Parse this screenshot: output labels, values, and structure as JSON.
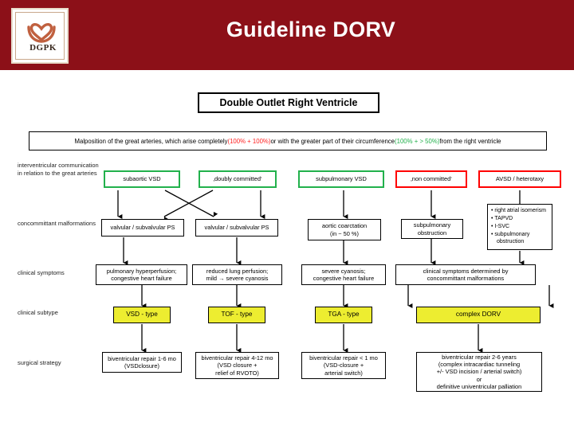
{
  "header": {
    "title": "Guideline DORV",
    "logo_text": "DGPK",
    "logo_icon": "heart-in-cup-icon",
    "bar_color": "#8C1018"
  },
  "diagram": {
    "title_box": "Double Outlet Right Ventricle",
    "definition": {
      "part1": "Malposition of the great arteries, which arise completely ",
      "pct_red": "(100% + 100%)",
      "part2": " or with the greater part of their circumference ",
      "pct_green": "(100% + > 50%)",
      "part3": " from the right ventricle",
      "red_color": "#FF2222",
      "green_color": "#22B14C"
    },
    "row_labels": [
      "interventricular communication in relation to the great arteries",
      "concommittant malformations",
      "clinical symptoms",
      "clinical subtype",
      "surgical strategy"
    ],
    "row1": [
      {
        "label": "subaortic VSD",
        "border": "green"
      },
      {
        "label": "‚doubly committed‘",
        "border": "green"
      },
      {
        "label": "subpulmonary VSD",
        "border": "green"
      },
      {
        "label": "‚non committed‘",
        "border": "red"
      },
      {
        "label": "AVSD / heterotaxy",
        "border": "red"
      }
    ],
    "row2": [
      {
        "line1": "valvular / subvalvular PS"
      },
      {
        "line1": "valvular / subvalvular PS"
      },
      {
        "line1": "aortic coarctation",
        "line2": "(in ~ 50 %)"
      },
      {
        "line1": "subpulmonary",
        "line2": "obstruction"
      }
    ],
    "row2_bullets": [
      "right atrial isomerism",
      "TAPVD",
      "I-SVC",
      "subpulmonary obstruction"
    ],
    "row3": [
      {
        "line1": "pulmonary hyperperfusion;",
        "line2": "congestive heart failure"
      },
      {
        "line1": "reduced lung perfusion;",
        "line2": "mild → severe cyanosis"
      },
      {
        "line1": "severe cyanosis;",
        "line2": "congestive heart failure"
      },
      {
        "line1": "clinical symptoms determined by",
        "line2": "concommittant malformations"
      }
    ],
    "row4": [
      {
        "label": "VSD - type"
      },
      {
        "label": "TOF - type"
      },
      {
        "label": "TGA - type"
      },
      {
        "label": "complex DORV"
      }
    ],
    "row4_color": "#EDED30",
    "row5": [
      {
        "line1": "biventricular repair 1-6 mo",
        "line2": "(VSDclosure)"
      },
      {
        "line1": "biventricular repair 4-12 mo",
        "line2": "(VSD closure +",
        "line3": "relief of RVOTO)"
      },
      {
        "line1": "biventricular repair < 1 mo",
        "line2": "(VSD-closure +",
        "line3": "arterial switch)"
      },
      {
        "line1": "biventricular repair 2-6 years",
        "line2": "(complex intracardiac tunneling",
        "line3": "+/- VSD incision / arterial switch)",
        "line4": "or",
        "line5": "definitive univentricular palliation"
      }
    ]
  }
}
